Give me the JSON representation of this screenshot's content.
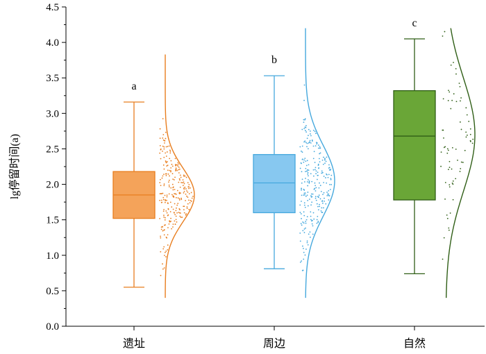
{
  "chart_data": {
    "type": "box",
    "ylabel": "lg停留时间(a)",
    "ylim": [
      0,
      4.5
    ],
    "yticks": [
      "0.0",
      "0.5",
      "1.0",
      "1.5",
      "2.0",
      "2.5",
      "3.0",
      "3.5",
      "4.0",
      "4.5"
    ],
    "categories": [
      "遗址",
      "周边",
      "自然"
    ],
    "groups": [
      {
        "category": "遗址",
        "significance": "a",
        "box_color": "#f4a35a",
        "line_color": "#e87d1e",
        "whisker_low": 0.55,
        "q1": 1.52,
        "median": 1.85,
        "q3": 2.18,
        "whisker_high": 3.16,
        "distribution": {
          "min": 0.4,
          "max": 3.83,
          "mean": 1.85,
          "sd": 0.38
        },
        "points_count": 260
      },
      {
        "category": "周边",
        "significance": "b",
        "box_color": "#87c8f0",
        "line_color": "#45a8dd",
        "whisker_low": 0.81,
        "q1": 1.6,
        "median": 2.02,
        "q3": 2.42,
        "whisker_high": 3.53,
        "distribution": {
          "min": 0.4,
          "max": 4.2,
          "mean": 2.05,
          "sd": 0.5
        },
        "points_count": 260
      },
      {
        "category": "自然",
        "significance": "c",
        "box_color": "#6aa637",
        "line_color": "#2f5e16",
        "whisker_low": 0.74,
        "q1": 1.78,
        "median": 2.68,
        "q3": 3.32,
        "whisker_high": 4.05,
        "distribution": {
          "min": 0.4,
          "max": 4.2,
          "mean": 2.7,
          "sd": 0.8
        },
        "points_count": 70
      }
    ]
  }
}
